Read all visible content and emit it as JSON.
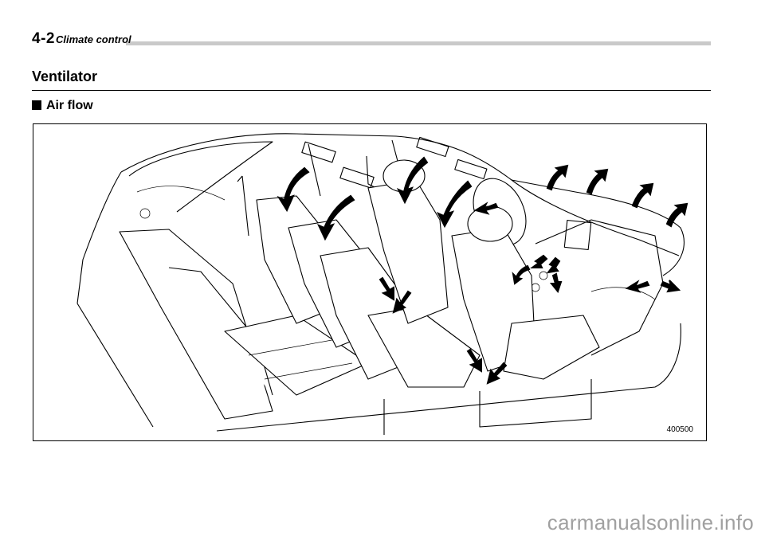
{
  "header": {
    "page_number": "4-2",
    "section": "Climate control"
  },
  "section_title": "Ventilator",
  "subsection_title": "Air flow",
  "figure": {
    "code": "400500"
  },
  "watermark": "carmanualsonline.info"
}
